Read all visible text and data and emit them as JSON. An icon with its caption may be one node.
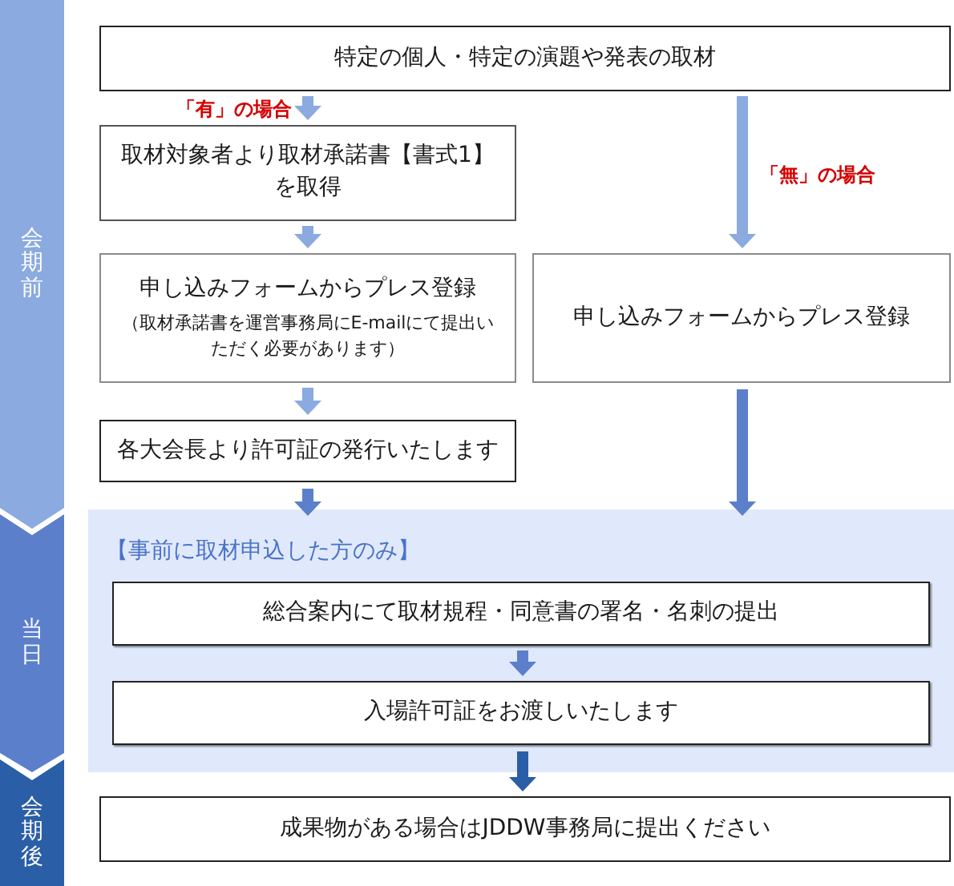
{
  "diagram": {
    "nodes": [
      {
        "text": [
          "会期前"
        ]
      },
      {
        "text": [
          "当日"
        ]
      },
      {
        "text": [
          "会期後"
        ]
      },
      {
        "text": [
          "特定の個人・特定の演題や発表の取材"
        ]
      },
      {
        "text": [
          "取材対象者より取材承諾書【書式1】を取得"
        ]
      },
      {
        "text": [
          "申し込みフォームからプレス登録",
          "（取材承諾書を運営事務局にE-mailにて提出いただく必要があります）"
        ]
      },
      {
        "text": [
          "申し込みフォームからプレス登録"
        ]
      },
      {
        "text": [
          "各大会長より許可証の発行いたします"
        ]
      },
      {
        "text": [
          "【事前に取材申込した方のみ】"
        ]
      },
      {
        "text": [
          "総合案内にて取材規程・同意書の署名・名刺の提出"
        ],
        "in": 8
      },
      {
        "text": [
          "入場許可証をお渡しいたします"
        ],
        "in": 8
      },
      {
        "text": [
          "成果物がある場合はJDDW事務局に提出ください"
        ]
      }
    ],
    "edges": [
      {
        "from": 3,
        "to": 4,
        "arrow": "to",
        "label": "「有」の場合"
      },
      {
        "from": 3,
        "to": 6,
        "arrow": "to",
        "label": "「無」の場合"
      },
      {
        "from": 4,
        "to": 5,
        "arrow": "to"
      },
      {
        "from": 5,
        "to": 7,
        "arrow": "to"
      },
      {
        "from": 7,
        "to": 8,
        "arrow": "to",
        "color": "#5b7fcb"
      },
      {
        "from": 6,
        "to": 8,
        "arrow": "to",
        "color": "#5b7fcb"
      },
      {
        "from": 9,
        "to": 10,
        "arrow": "to",
        "color": "#5b7fcb"
      },
      {
        "from": 10,
        "to": 11,
        "arrow": "to",
        "color": "#2a5ea7"
      }
    ]
  }
}
